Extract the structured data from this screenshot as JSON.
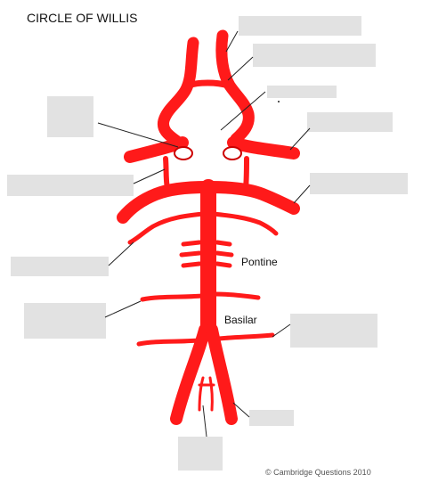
{
  "title": "CIRCLE OF WILLIS",
  "labels": {
    "pontine": "Pontine",
    "basilar": "Basilar"
  },
  "copyright": "© Cambridge Questions 2010",
  "artery_color": "#ff1a1a",
  "blank_box_color": "#e2e2e2",
  "blank_label_count": 12
}
